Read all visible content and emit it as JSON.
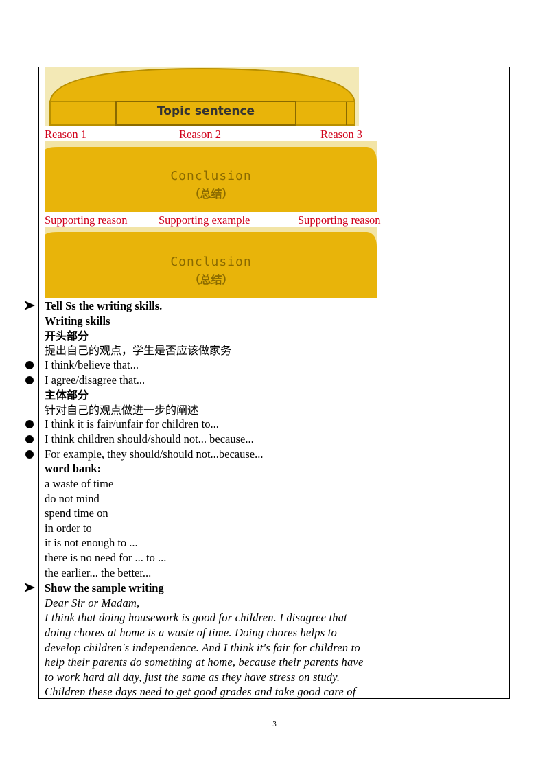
{
  "diagram": {
    "topic_label": "Topic sentence",
    "conclusion_title": "Conclusion",
    "conclusion_sub": "（总结）"
  },
  "reasons": [
    "Reason  1",
    "Reason  2",
    "Reason  3"
  ],
  "supports": [
    "Supporting reason",
    "Supporting  example",
    "Supporting  reason"
  ],
  "content": {
    "tell_skills": "Tell  Ss  the  writing  skills.",
    "writing_skills": "Writing  skills",
    "opening_head": "开头部分",
    "opening_desc": "提出自己的观点，学生是否应该做家务",
    "opening_bullets": [
      "I  think/believe  that...",
      "I  agree/disagree  that..."
    ],
    "body_head": "主体部分",
    "body_desc": "针对自己的观点做进一步的阐述",
    "body_bullets": [
      "I  think  it  is  fair/unfair  for  children  to...",
      "I  think  children  should/should  not...  because...",
      "For  example,  they  should/should  not...because..."
    ],
    "word_bank_head": "word  bank:",
    "word_bank": [
      "a  waste  of  time",
      "do  not  mind",
      "spend  time  on",
      "in  order  to",
      "it  is  not  enough  to  ...",
      "there  is  no  need  for  ...  to  ...",
      "the  earlier...  the  better..."
    ],
    "show_sample": "Show  the  sample  writing",
    "sample_lines": [
      "Dear  Sir  or  Madam,",
      "I  think  that  doing  housework  is  good  for  children.  I  disagree  that",
      "doing  chores  at  home  is  a  waste  of  time.  Doing  chores  helps  to",
      "develop  children's  independence.  And  I  think  it's  fair  for  children  to",
      "help  their  parents  do  something  at  home,  because  their  parents  have",
      "to  work  hard  all  day,  just  the  same  as  they  have  stress  on  study.",
      "Children  these  days  need  to  get  good  grades  and  take  good  care  of"
    ]
  },
  "page_number": "3"
}
